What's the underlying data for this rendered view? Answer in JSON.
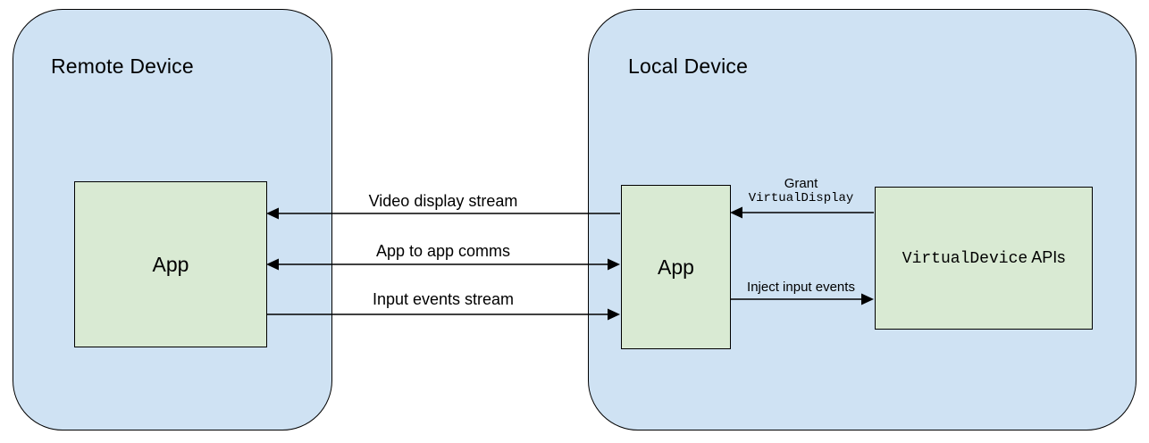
{
  "diagram": {
    "remote_device": {
      "title": "Remote Device",
      "app_label": "App"
    },
    "local_device": {
      "title": "Local Device",
      "app_label": "App"
    },
    "virtual_device_box": {
      "code": "VirtualDevice",
      "suffix": " APIs"
    },
    "arrows": {
      "video_display": {
        "label": "Video display stream",
        "direction": "left"
      },
      "app_comms": {
        "label": "App to app comms",
        "direction": "both"
      },
      "input_events": {
        "label": "Input events stream",
        "direction": "right"
      },
      "grant_display": {
        "label_line1": "Grant",
        "label_line2": "VirtualDisplay",
        "direction": "left"
      },
      "inject_input": {
        "label": "Inject input events",
        "direction": "right"
      }
    },
    "colors": {
      "device_fill": "#cfe2f3",
      "box_fill": "#d9ead3",
      "border": "#000000",
      "arrow": "#000000",
      "background": "#ffffff"
    }
  }
}
